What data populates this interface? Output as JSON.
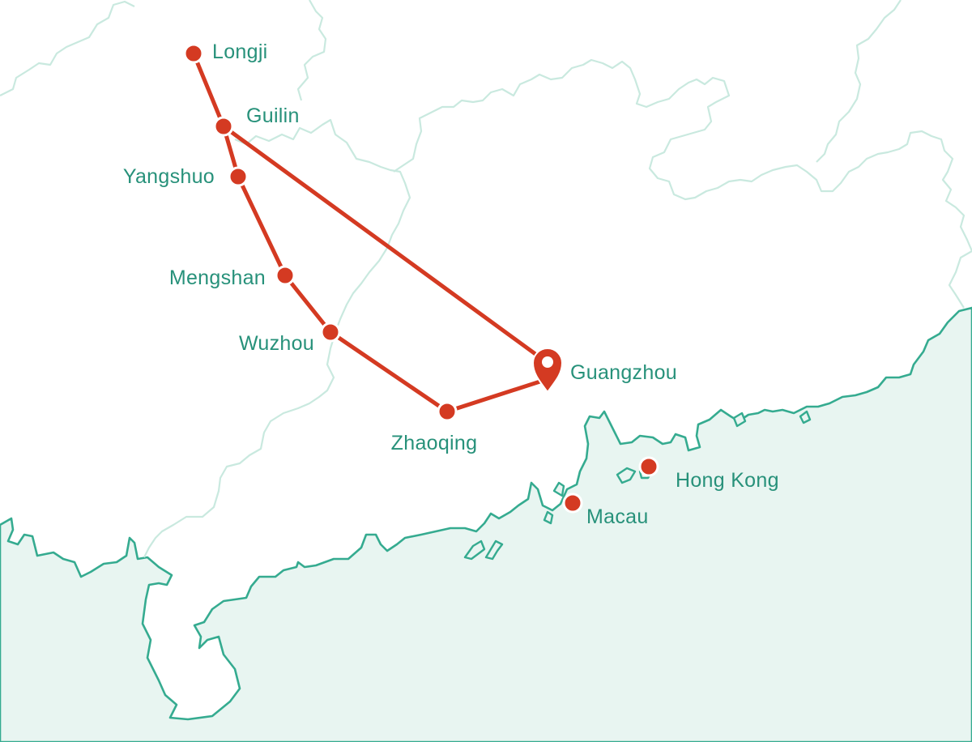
{
  "map": {
    "cities": [
      {
        "id": "longji",
        "name": "Longji"
      },
      {
        "id": "guilin",
        "name": "Guilin"
      },
      {
        "id": "yangshuo",
        "name": "Yangshuo"
      },
      {
        "id": "mengshan",
        "name": "Mengshan"
      },
      {
        "id": "wuzhou",
        "name": "Wuzhou"
      },
      {
        "id": "zhaoqing",
        "name": "Zhaoqing"
      },
      {
        "id": "guangzhou",
        "name": "Guangzhou"
      },
      {
        "id": "macau",
        "name": "Macau"
      },
      {
        "id": "hongkong",
        "name": "Hong Kong"
      }
    ],
    "colors": {
      "route": "#d43a22",
      "label": "#27917a",
      "coastline": "#35ab90",
      "sea": "#e8f5f1",
      "province_border": "#c9e9df",
      "land": "#ffffff"
    },
    "icons": {
      "destination": "map-pin-icon"
    }
  }
}
